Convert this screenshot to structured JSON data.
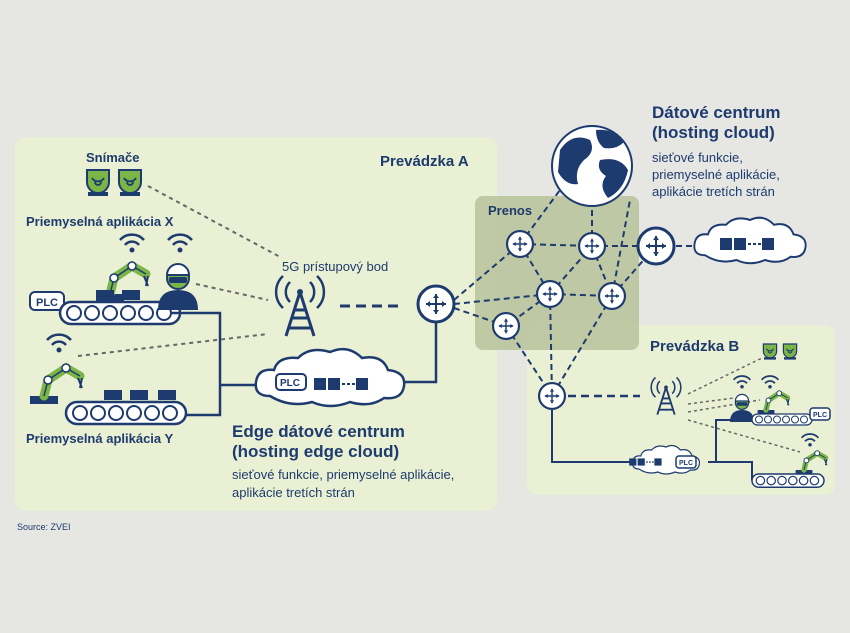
{
  "plant_a": {
    "title": "Prevádzka A",
    "sensors_label": "Snímače",
    "app_x_label": "Priemyselná aplikácia X",
    "app_y_label": "Priemyselná aplikácia Y",
    "access_point_label": "5G prístupový bod",
    "plc_label": "PLC",
    "edge_title_line1": "Edge dátové centrum",
    "edge_title_line2": "(hosting edge cloud)",
    "edge_desc_line1": "sieťové funkcie, priemyselné aplikácie,",
    "edge_desc_line2": "aplikácie tretích strán"
  },
  "transport": {
    "label": "Prenos"
  },
  "datacenter": {
    "title_line1": "Dátové centrum",
    "title_line2": "(hosting cloud)",
    "desc_line1": "sieťové funkcie,",
    "desc_line2": "priemyselné aplikácie,",
    "desc_line3": "aplikácie tretích strán"
  },
  "plant_b": {
    "title": "Prevádzka B",
    "plc_label": "PLC"
  },
  "source": "Source: ZVEI",
  "colors": {
    "navy": "#1d3b6e",
    "green": "#7bb547",
    "panel": "#eaf0d3",
    "transport": "#b7c29a",
    "background": "#e6e6e3"
  }
}
